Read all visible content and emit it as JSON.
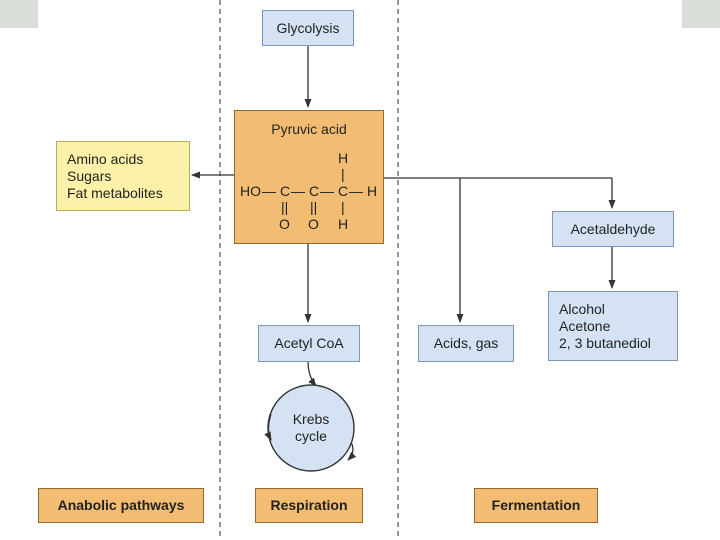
{
  "corners": {
    "left_color": "#d9ded9",
    "right_color": "#d9ded9"
  },
  "nodes": {
    "glycolysis": "Glycolysis",
    "pyruvic_acid": {
      "title": "Pyruvic acid",
      "structure": {
        "top_h": "H",
        "row": [
          "HO",
          "—",
          "C",
          "—",
          "C",
          "—",
          "C",
          "—",
          "H"
        ],
        "bottom": [
          "O",
          "O",
          "H"
        ],
        "double_bond": "||",
        "single_bond": "|"
      }
    },
    "anabolic_products": [
      "Amino acids",
      "Sugars",
      "Fat metabolites"
    ],
    "acetyl_coa": "Acetyl CoA",
    "krebs_cycle": [
      "Krebs",
      "cycle"
    ],
    "acids_gas": "Acids, gas",
    "acetaldehyde": "Acetaldehyde",
    "fermentation_products": [
      "Alcohol",
      "Acetone",
      "2, 3 butanediol"
    ]
  },
  "pathway_labels": {
    "anabolic": "Anabolic pathways",
    "respiration": "Respiration",
    "fermentation": "Fermentation"
  },
  "colors": {
    "blue_box": "#d4e2f4",
    "yellow_box": "#fbf1a8",
    "orange_box": "#f2bd72",
    "line": "#333333"
  }
}
